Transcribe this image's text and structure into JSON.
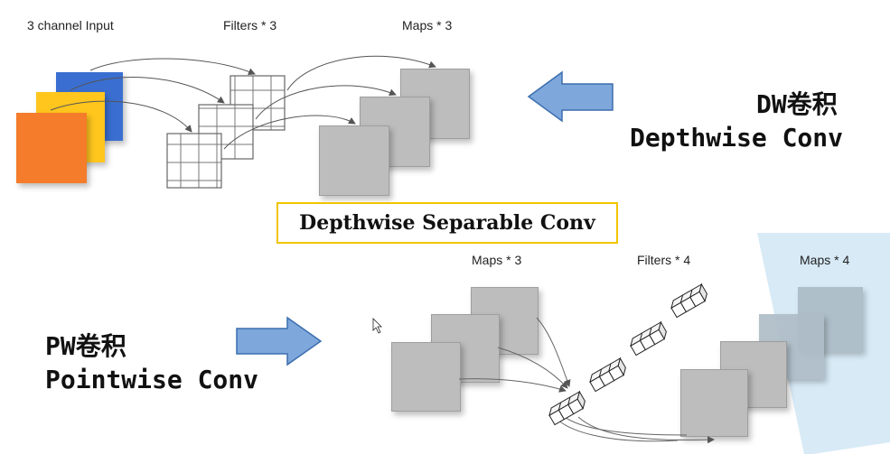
{
  "top": {
    "input_label": "3 channel Input",
    "filters_label": "Filters * 3",
    "maps_label": "Maps * 3",
    "dw_title": "DW卷积",
    "dw_subtitle": "Depthwise Conv"
  },
  "center_title": "Depthwise Separable Conv",
  "bottom": {
    "maps_label": "Maps * 3",
    "filters_label": "Filters * 4",
    "maps4_label": "Maps * 4",
    "pw_title": "PW卷积",
    "pw_subtitle": "Pointwise Conv"
  },
  "colors": {
    "input_blue": "#3a6fd1",
    "input_yellow": "#ffc61e",
    "input_orange": "#f47c2a",
    "arrow_fill": "#7ea7dc",
    "arrow_stroke": "#3c6fae",
    "highlight_box_border": "#f2c400",
    "output_map_tint": "#a9b8c2"
  }
}
